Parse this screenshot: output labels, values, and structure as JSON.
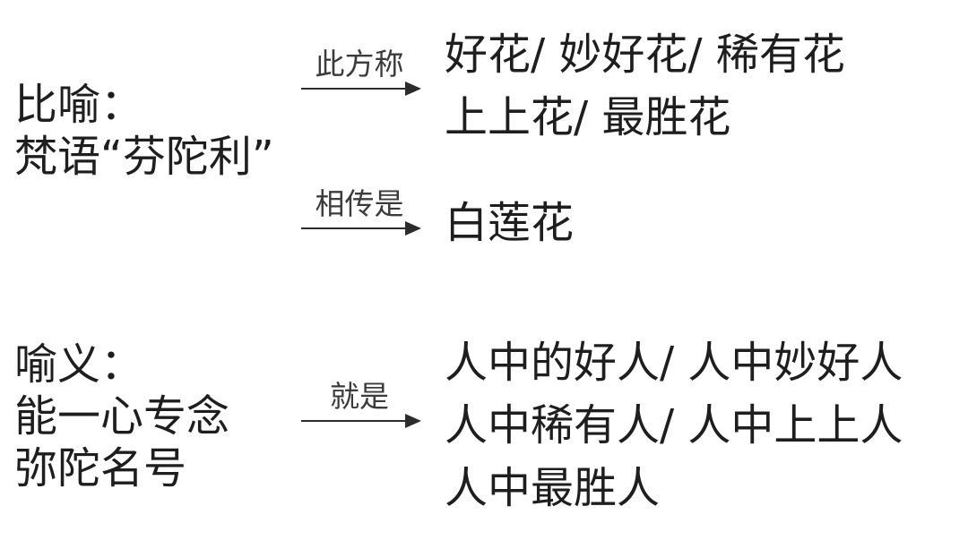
{
  "section1": {
    "term_lines": [
      "比喻：",
      "梵语“芬陀利”"
    ],
    "arrow1": {
      "label": "此方称",
      "results": [
        "好花/ 妙好花/ 稀有花",
        "上上花/ 最胜花"
      ]
    },
    "arrow2": {
      "label": "相传是",
      "results": [
        "白莲花"
      ]
    }
  },
  "section2": {
    "term_lines": [
      "喻义：",
      "能一心专念",
      "弥陀名号"
    ],
    "arrow": {
      "label": "就是",
      "results": [
        "人中的好人/ 人中妙好人",
        "人中稀有人/ 人中上上人",
        "人中最胜人"
      ]
    }
  }
}
